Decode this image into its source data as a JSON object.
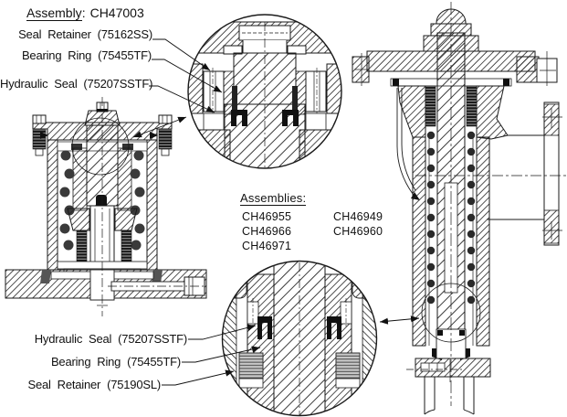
{
  "top_callout": {
    "title": "Assembly",
    "separator": ":",
    "number": "CH47003",
    "items": [
      {
        "label": "Seal Retainer (75162SS)"
      },
      {
        "label": "Bearing Ring (75455TF)"
      },
      {
        "label": "Hydraulic Seal (75207SSTF)"
      }
    ]
  },
  "assemblies_callout": {
    "title": "Assemblies:",
    "col1": [
      "CH46955",
      "CH46966",
      "CH46971"
    ],
    "col2": [
      "CH46949",
      "CH46960"
    ]
  },
  "bottom_callout": {
    "items": [
      {
        "label": "Hydraulic Seal (75207SSTF)"
      },
      {
        "label": "Bearing Ring (75455TF)"
      },
      {
        "label": "Seal Retainer (75190SL)"
      }
    ]
  },
  "colors": {
    "ink": "#1a1a1a",
    "paper": "#ffffff"
  }
}
